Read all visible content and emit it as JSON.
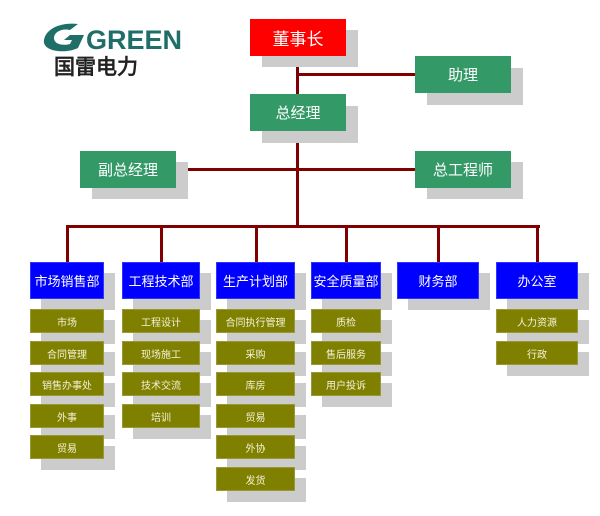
{
  "logo": {
    "brand_text": "GREEN",
    "company_name": "国雷电力",
    "color": "#1f6f68"
  },
  "colors": {
    "chairman": "#ff0000",
    "executive": "#339966",
    "department": "#0000ff",
    "sub_unit": "#808000",
    "connector": "#800000",
    "shadow": "#cccccc"
  },
  "executives": {
    "chairman": "董事长",
    "assistant": "助理",
    "general_manager": "总经理",
    "deputy_general_manager": "副总经理",
    "chief_engineer": "总工程师"
  },
  "departments": [
    {
      "name": "市场销售部",
      "units": [
        "市场",
        "合同管理",
        "销售办事处",
        "外事",
        "贸易"
      ]
    },
    {
      "name": "工程技术部",
      "units": [
        "工程设计",
        "现场施工",
        "技术交流",
        "培训"
      ]
    },
    {
      "name": "生产计划部",
      "units": [
        "合同执行管理",
        "采购",
        "库房",
        "贸易",
        "外协",
        "发货"
      ]
    },
    {
      "name": "安全质量部",
      "units": [
        "质检",
        "售后服务",
        "用户投诉"
      ]
    },
    {
      "name": "财务部",
      "units": []
    },
    {
      "name": "办公室",
      "units": [
        "人力资源",
        "行政"
      ]
    }
  ]
}
